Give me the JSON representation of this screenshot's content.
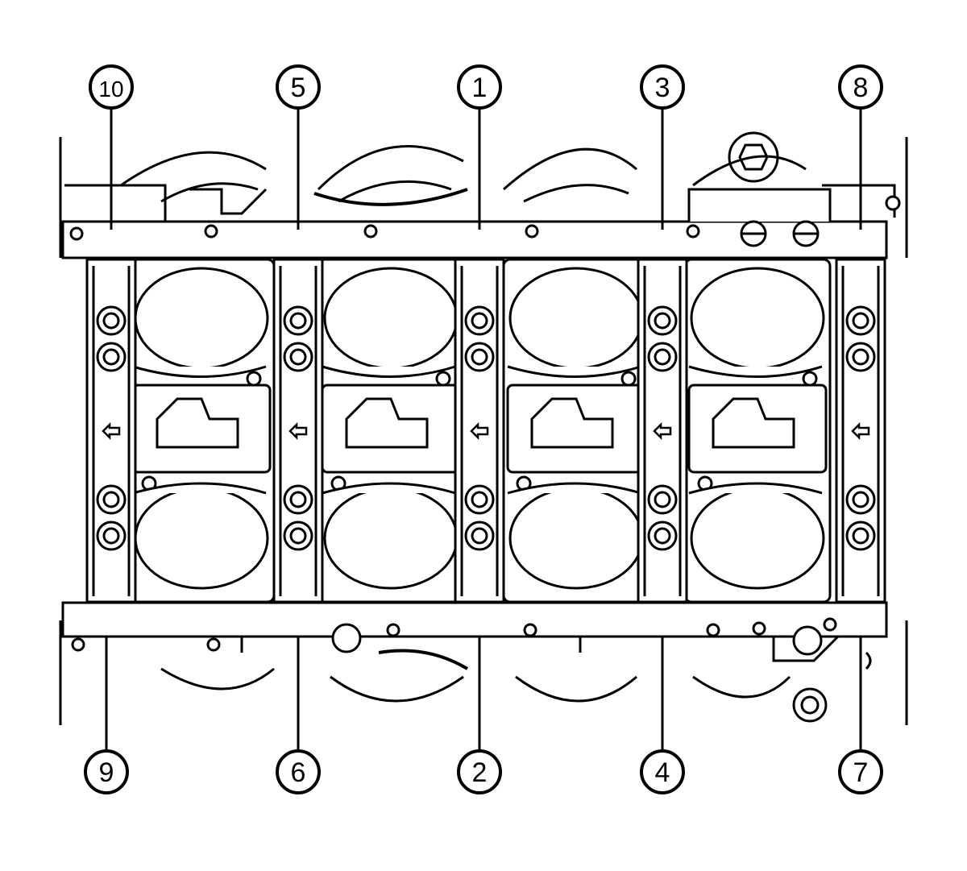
{
  "diagram": {
    "colors": {
      "line": "#000000",
      "fill": "#ffffff"
    },
    "callouts_top": [
      "10",
      "5",
      "1",
      "3",
      "8"
    ],
    "callouts_bottom": [
      "9",
      "6",
      "2",
      "4",
      "7"
    ],
    "arrow_direction": "left"
  }
}
